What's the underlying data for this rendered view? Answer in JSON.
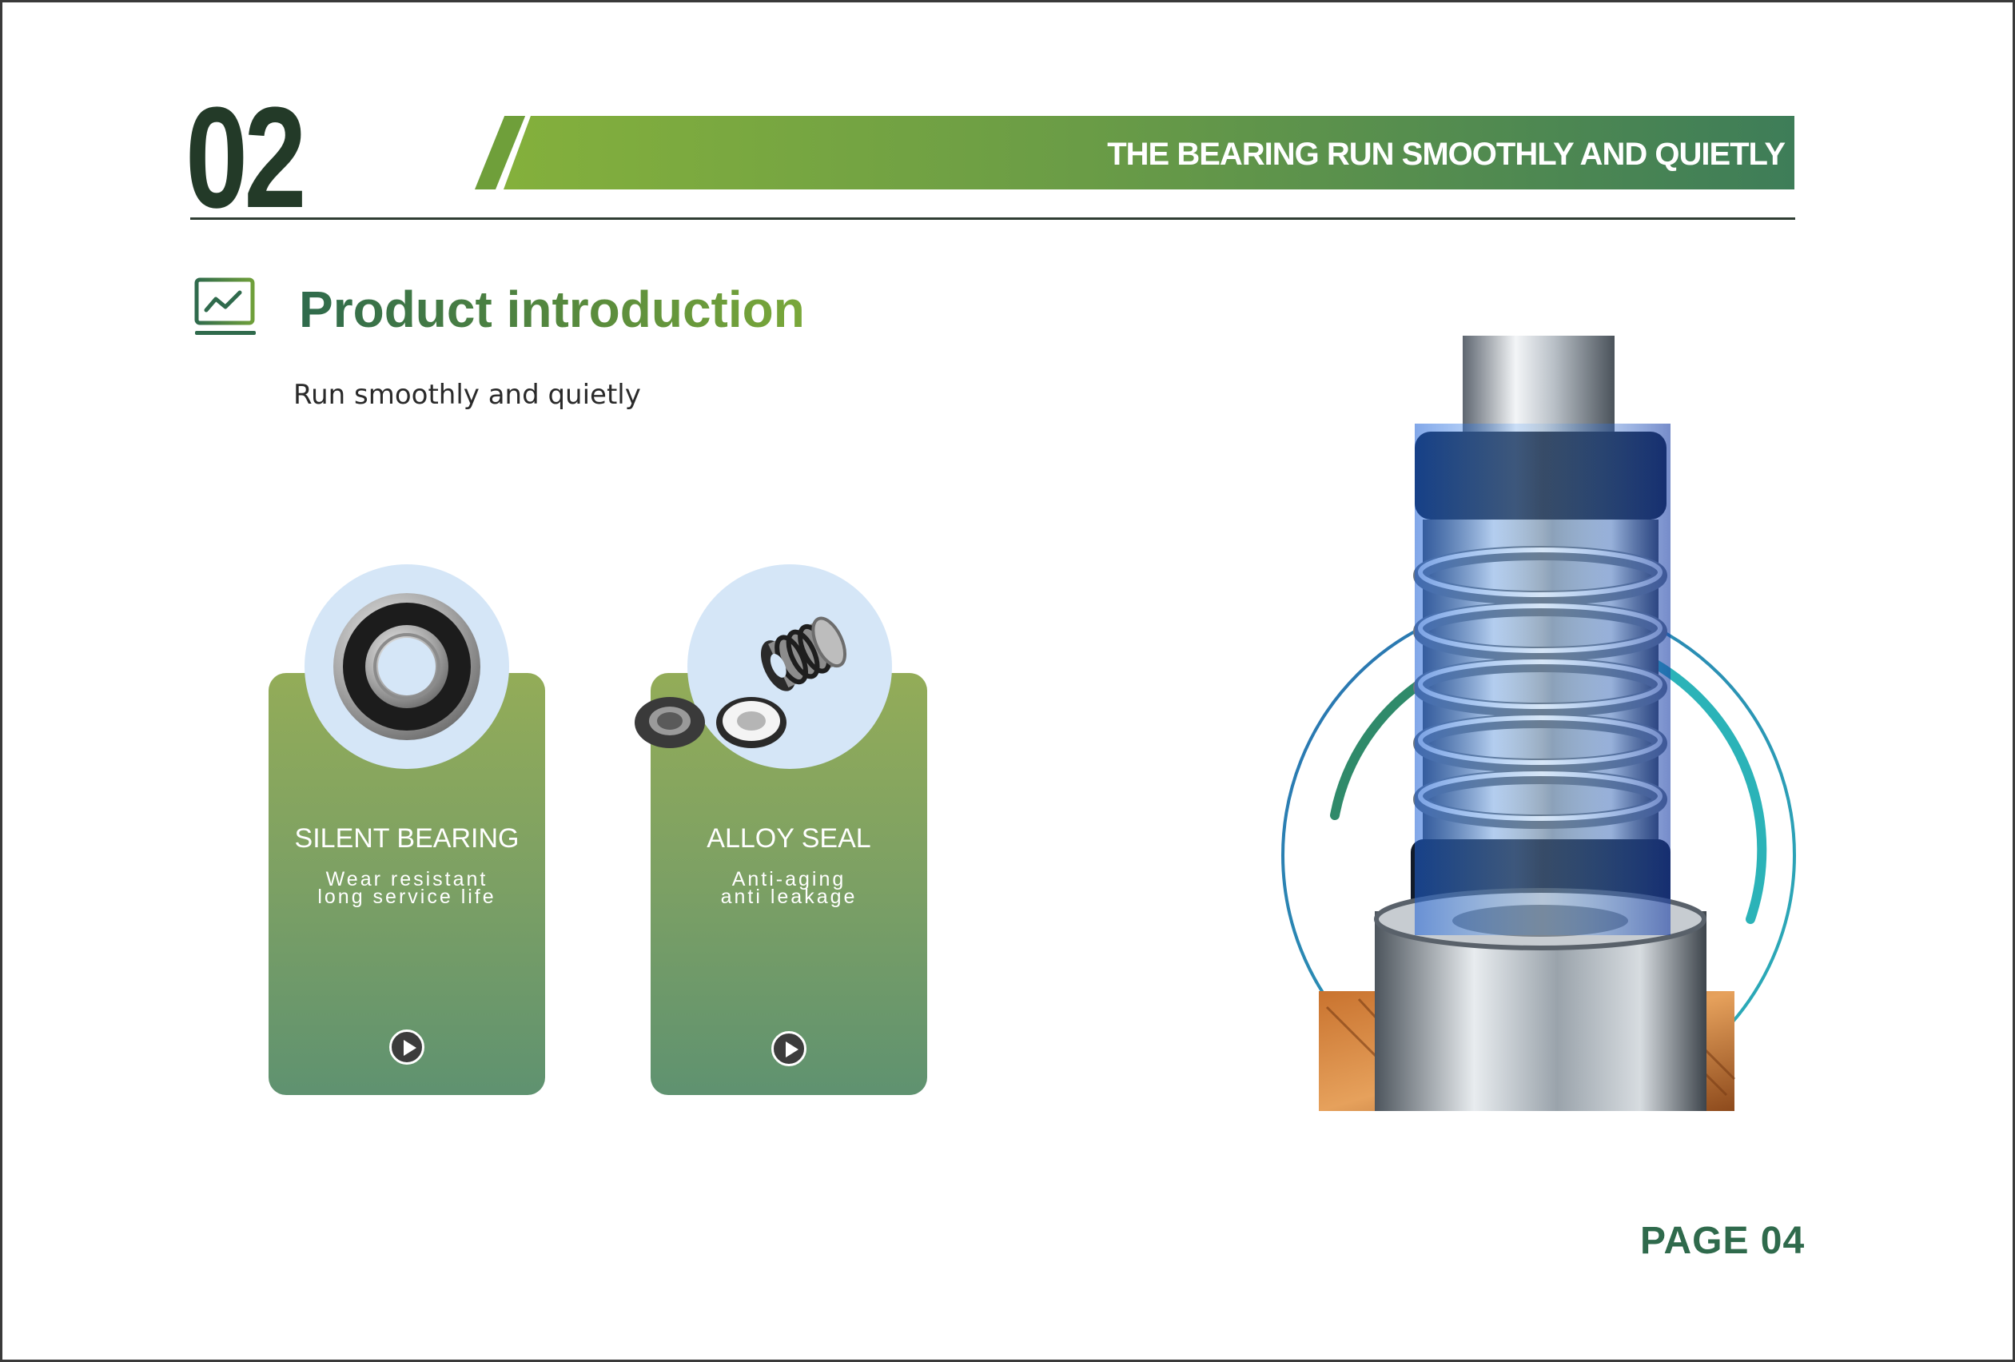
{
  "header": {
    "section_number": "02",
    "banner_title": "THE BEARING RUN SMOOTHLY AND QUIETLY"
  },
  "intro": {
    "icon": "chart-monitor-icon",
    "heading": "Product introduction",
    "subtitle": "Run smoothly and quietly"
  },
  "features": [
    {
      "title": "SILENT BEARING",
      "line1": "Wear resistant",
      "line2": "long service life",
      "image_icon": "ball-bearing-icon",
      "action_icon": "play-icon"
    },
    {
      "title": "ALLOY SEAL",
      "line1": "Anti-aging",
      "line2": "anti leakage",
      "image_icon": "mechanical-seal-icon",
      "action_icon": "play-icon"
    }
  ],
  "hero": {
    "image_icon": "shaft-seal-cutaway-icon"
  },
  "footer": {
    "page_label": "PAGE 04"
  },
  "colors": {
    "dark_green": "#233a28",
    "brand_green": "#2f6a4c",
    "banner_light": "#84b03c",
    "banner_dark": "#3e7d58",
    "circle_bg": "#d5e6f7",
    "ring_blue": "#2a7fb0",
    "ring_teal": "#2bb3b8"
  }
}
